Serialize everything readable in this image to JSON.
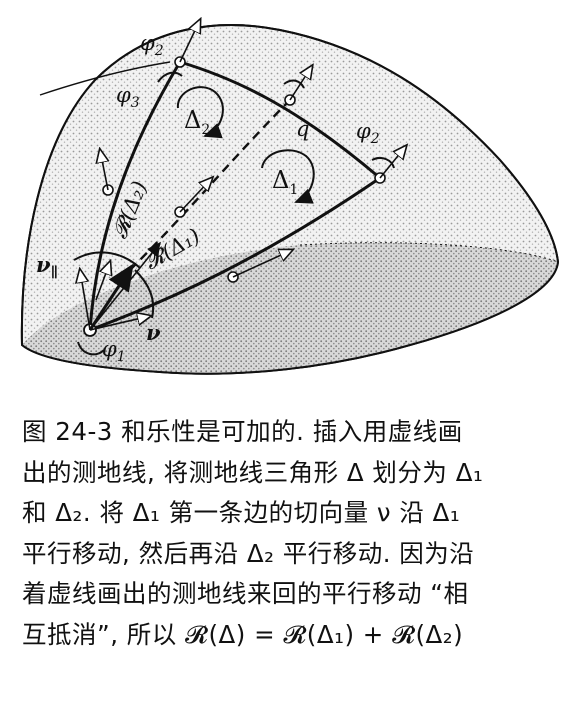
{
  "figure": {
    "labels": {
      "phi1": "φ",
      "phi1_sub": "1",
      "phi2_top": "φ",
      "phi2_top_sub": "2",
      "phi2_right": "φ",
      "phi2_right_sub": "2",
      "phi3": "φ",
      "phi3_sub": "3",
      "delta1": "Δ",
      "delta1_sub": "1",
      "delta2": "Δ",
      "delta2_sub": "2",
      "q": "q",
      "nu": "ν",
      "nu_par": "ν",
      "nu_par_sub": "∥",
      "r_delta1": "𝓡(Δ₁)",
      "r_delta2": "𝓡(Δ₂)"
    }
  },
  "caption": {
    "lines": [
      "图 24-3  和乐性是可加的. 插入用虚线画",
      "出的测地线, 将测地线三角形 Δ 划分为 Δ₁",
      "和 Δ₂. 将 Δ₁ 第一条边的切向量 ν 沿 Δ₁",
      "平行移动, 然后再沿 Δ₂ 平行移动. 因为沿",
      "着虚线画出的测地线来回的平行移动 “相",
      "互抵消”, 所以 𝓡(Δ) = 𝓡(Δ₁) + 𝓡(Δ₂)"
    ]
  }
}
